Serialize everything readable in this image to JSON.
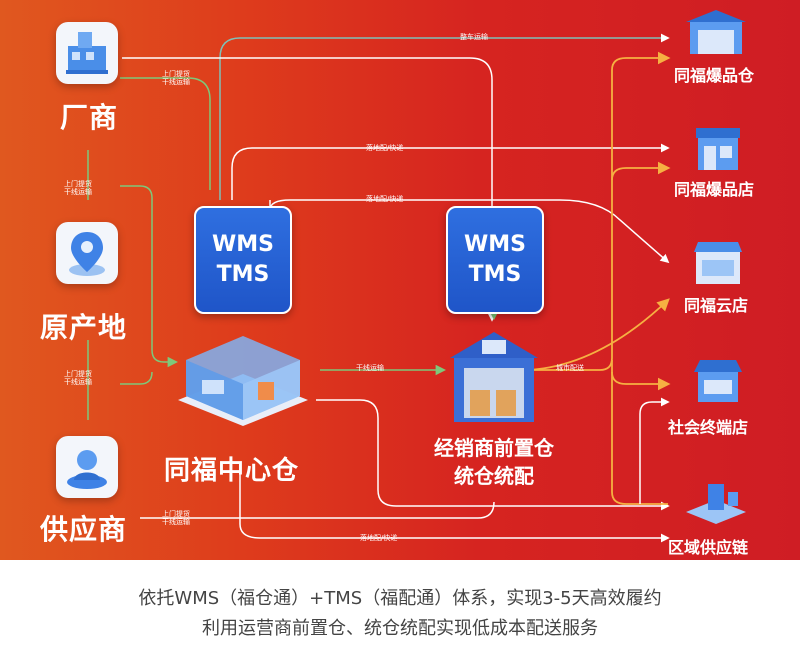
{
  "sources": {
    "manufacturer": "厂商",
    "origin": "原产地",
    "supplier": "供应商"
  },
  "systems": {
    "left": {
      "line1": "WMS",
      "line2": "TMS"
    },
    "right": {
      "line1": "WMS",
      "line2": "TMS"
    }
  },
  "hubs": {
    "center_warehouse": "同福中心仓",
    "dealer_line1": "经销商前置仓",
    "dealer_line2": "统仓统配"
  },
  "destinations": {
    "hot_warehouse": "同福爆品仓",
    "hot_store": "同福爆品店",
    "cloud_store": "同福云店",
    "community_store": "社会终端店",
    "regional_chain": "区域供应链"
  },
  "route_labels": {
    "full_truck": "整车运输",
    "pickup": "上门提货",
    "trunk": "干线运输",
    "landing_express": "落地配/快递",
    "trunk_short": "干线运输",
    "city_delivery": "城市配送"
  },
  "footer": {
    "line1": "依托WMS（福仓通）+TMS（福配通）体系，实现3-5天高效履约",
    "line2": "利用运营商前置仓、统仓统配实现低成本配送服务"
  },
  "colors": {
    "route_line": "#ffffff",
    "inbound_line": "#7ec87a",
    "center_route": "#7fc0b8",
    "dest_arrow": "#f6b042",
    "system_box": "#2563d6"
  }
}
